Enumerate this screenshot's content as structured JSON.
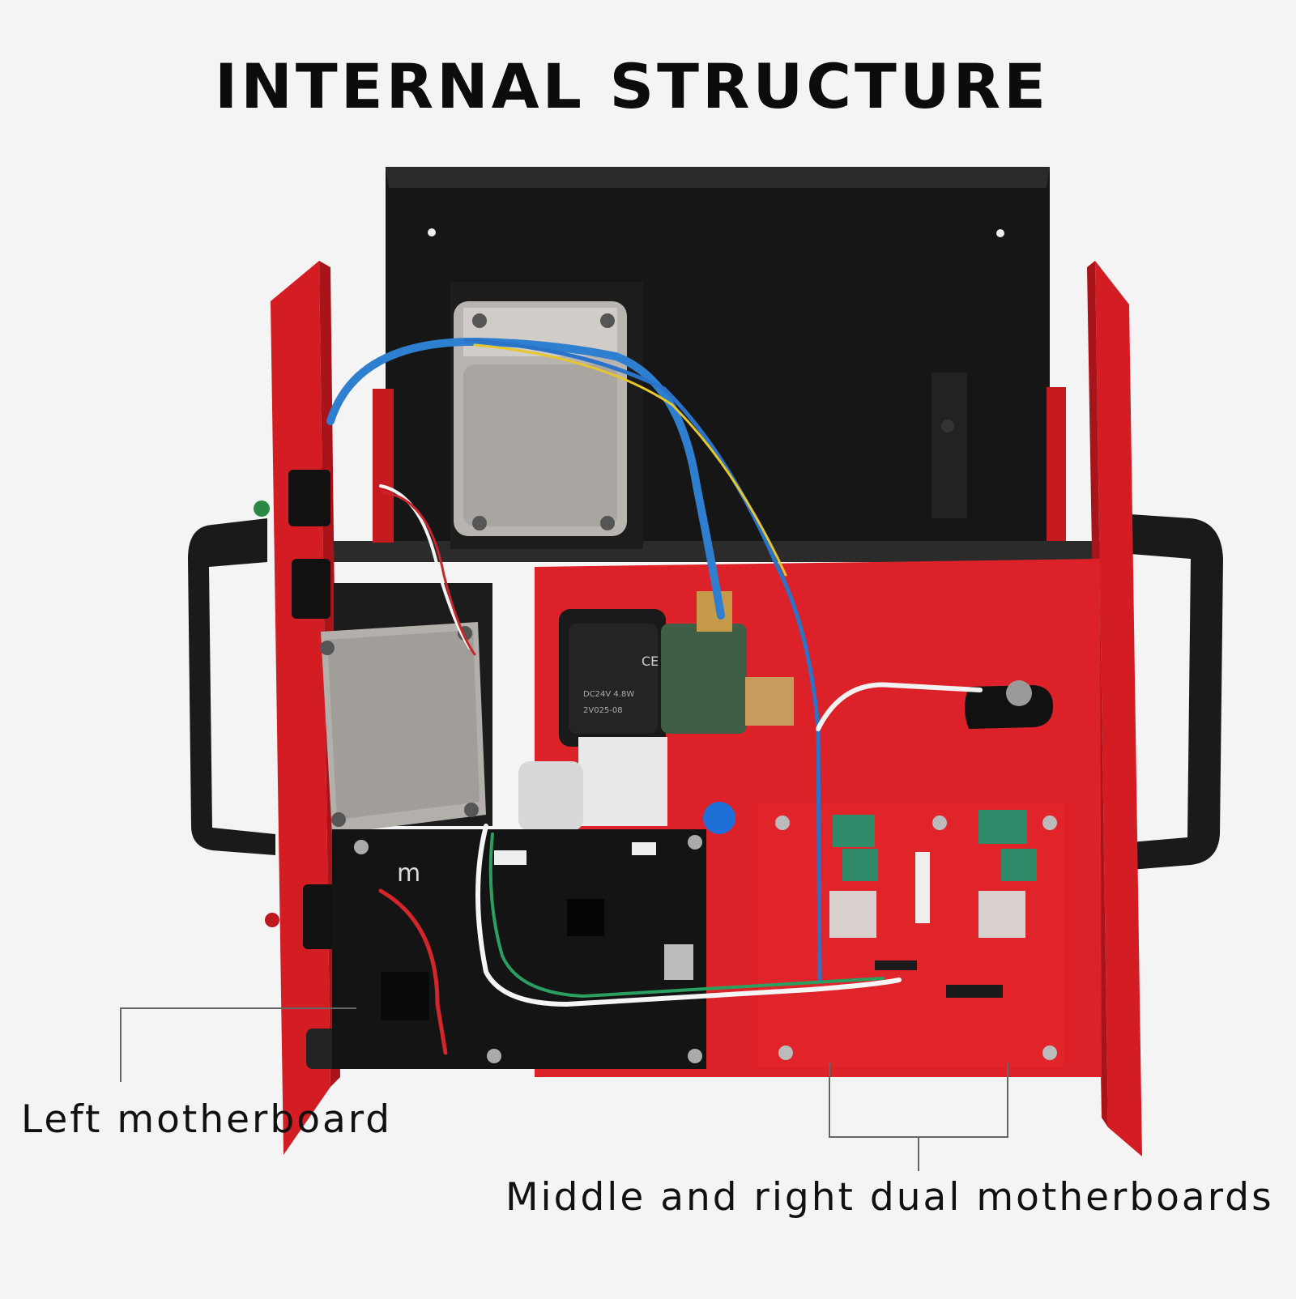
{
  "title": "INTERNAL STRUCTURE",
  "callouts": {
    "left": "Left motherboard",
    "right": "Middle and right dual motherboards"
  },
  "component_labels": {
    "valve_model": "2V025-08",
    "voltage": "DC24V 4.8W",
    "ce_mark": "CE",
    "pcb_mark": "m"
  },
  "colors": {
    "background": "#f4f4f4",
    "chassis_red": "#d91e25",
    "panel_black": "#1a1a1a",
    "motor_silver": "#b5b2ae",
    "pcb_black": "#141414",
    "pcb_red": "#e0242a",
    "wire_blue": "#2f7fd0",
    "valve_green": "#3f5e46"
  }
}
